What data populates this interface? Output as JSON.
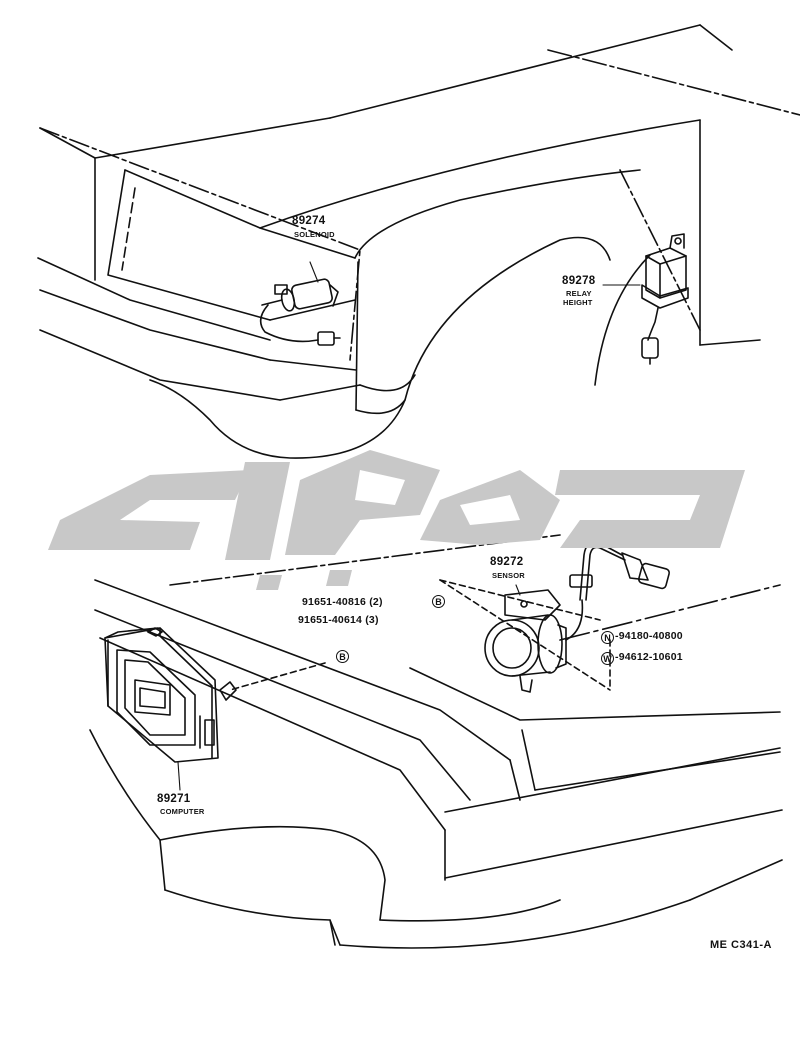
{
  "parts": {
    "solenoid": {
      "number": "89274",
      "name": "SOLENOID"
    },
    "relay": {
      "number": "89278",
      "name_line1": "RELAY",
      "name_line2": "HEIGHT"
    },
    "sensor": {
      "number": "89272",
      "name": "SENSOR"
    },
    "computer": {
      "number": "89271",
      "name": "COMPUTER"
    }
  },
  "fasteners": {
    "bolt_a": {
      "number": "91651-40816",
      "qty": "(2)",
      "symbol": "B"
    },
    "bolt_b": {
      "number": "91651-40614",
      "qty": "(3)",
      "symbol": "B"
    },
    "nut": {
      "symbol": "N",
      "number": "-94180-40800"
    },
    "washer": {
      "symbol": "W",
      "number": "-94612-10601"
    }
  },
  "diagram_code": "ME C341-A",
  "watermark": {
    "color": "#c8c8c8"
  }
}
